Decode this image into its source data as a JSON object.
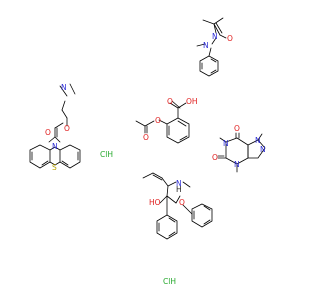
{
  "colors": {
    "nitrogen": "#2d2dd6",
    "oxygen": "#e01b1b",
    "sulfur": "#b8a400",
    "chlorine": "#25a82c",
    "carbon": "#000000",
    "background": "#ffffff"
  },
  "labels": {
    "antipyrine_n1": "N",
    "antipyrine_n2": "N",
    "antipyrine_o": "O",
    "aspirin_o1": "O",
    "aspirin_oh": "OH",
    "aspirin_o_ester": "O",
    "aspirin_o_acyl": "O",
    "caffeine_o1": "O",
    "caffeine_o2": "O",
    "caffeine_n1": "N",
    "caffeine_n3": "N",
    "caffeine_n7": "N",
    "caffeine_n9": "N",
    "carbamate_n_amine": "N",
    "carbamate_o_ester": "O",
    "carbamate_o_carbonyl": "O",
    "carbamate_n_ring": "N",
    "carbamate_s": "S",
    "hcl_1": "ClH",
    "ephedra_n": "N",
    "ephedra_h": "H",
    "ephedra_ho": "HO",
    "ephedra_o": "O",
    "hcl_2": "ClH"
  }
}
